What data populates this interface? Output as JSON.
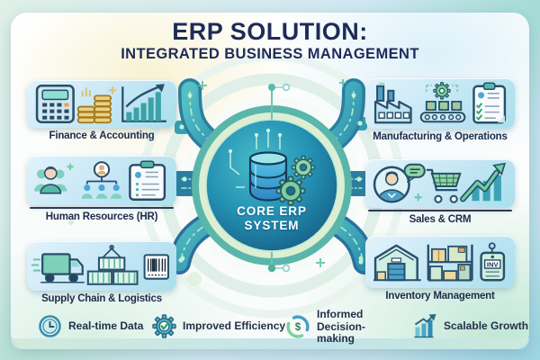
{
  "title": {
    "line1": "ERP SOLUTION:",
    "line2": "INTEGRATED BUSINESS MANAGEMENT"
  },
  "core_system": {
    "line1": "CORE ERP",
    "line2": "SYSTEM"
  },
  "modules": {
    "finance": {
      "label": "Finance & Accounting"
    },
    "hr": {
      "label": "Human Resources (HR)"
    },
    "supply_chain": {
      "label": "Supply Chain & Logistics"
    },
    "manufacturing": {
      "label": "Manufacturing & Operations"
    },
    "sales": {
      "label": "Sales & CRM"
    },
    "inventory": {
      "label": "Inventory Management",
      "tag_text": "INV"
    }
  },
  "legend": [
    {
      "icon": "clock-icon",
      "label": "Real-time Data"
    },
    {
      "icon": "gear-check-icon",
      "label": "Improved Efficiency"
    },
    {
      "icon": "dollar-cycle-icon",
      "label": "Informed Decision-making"
    },
    {
      "icon": "growth-chart-icon",
      "label": "Scalable Growth"
    }
  ],
  "icons": {
    "dollar_symbol": "$"
  },
  "colors": {
    "title_navy": "#1d2b58",
    "pipe_teal": "#2e86a6",
    "hub_deep_blue": "#15567f",
    "module_box_blue": "#c4e6f5",
    "accent_green": "#7ecfa3",
    "coin_gold": "#ecd080"
  }
}
